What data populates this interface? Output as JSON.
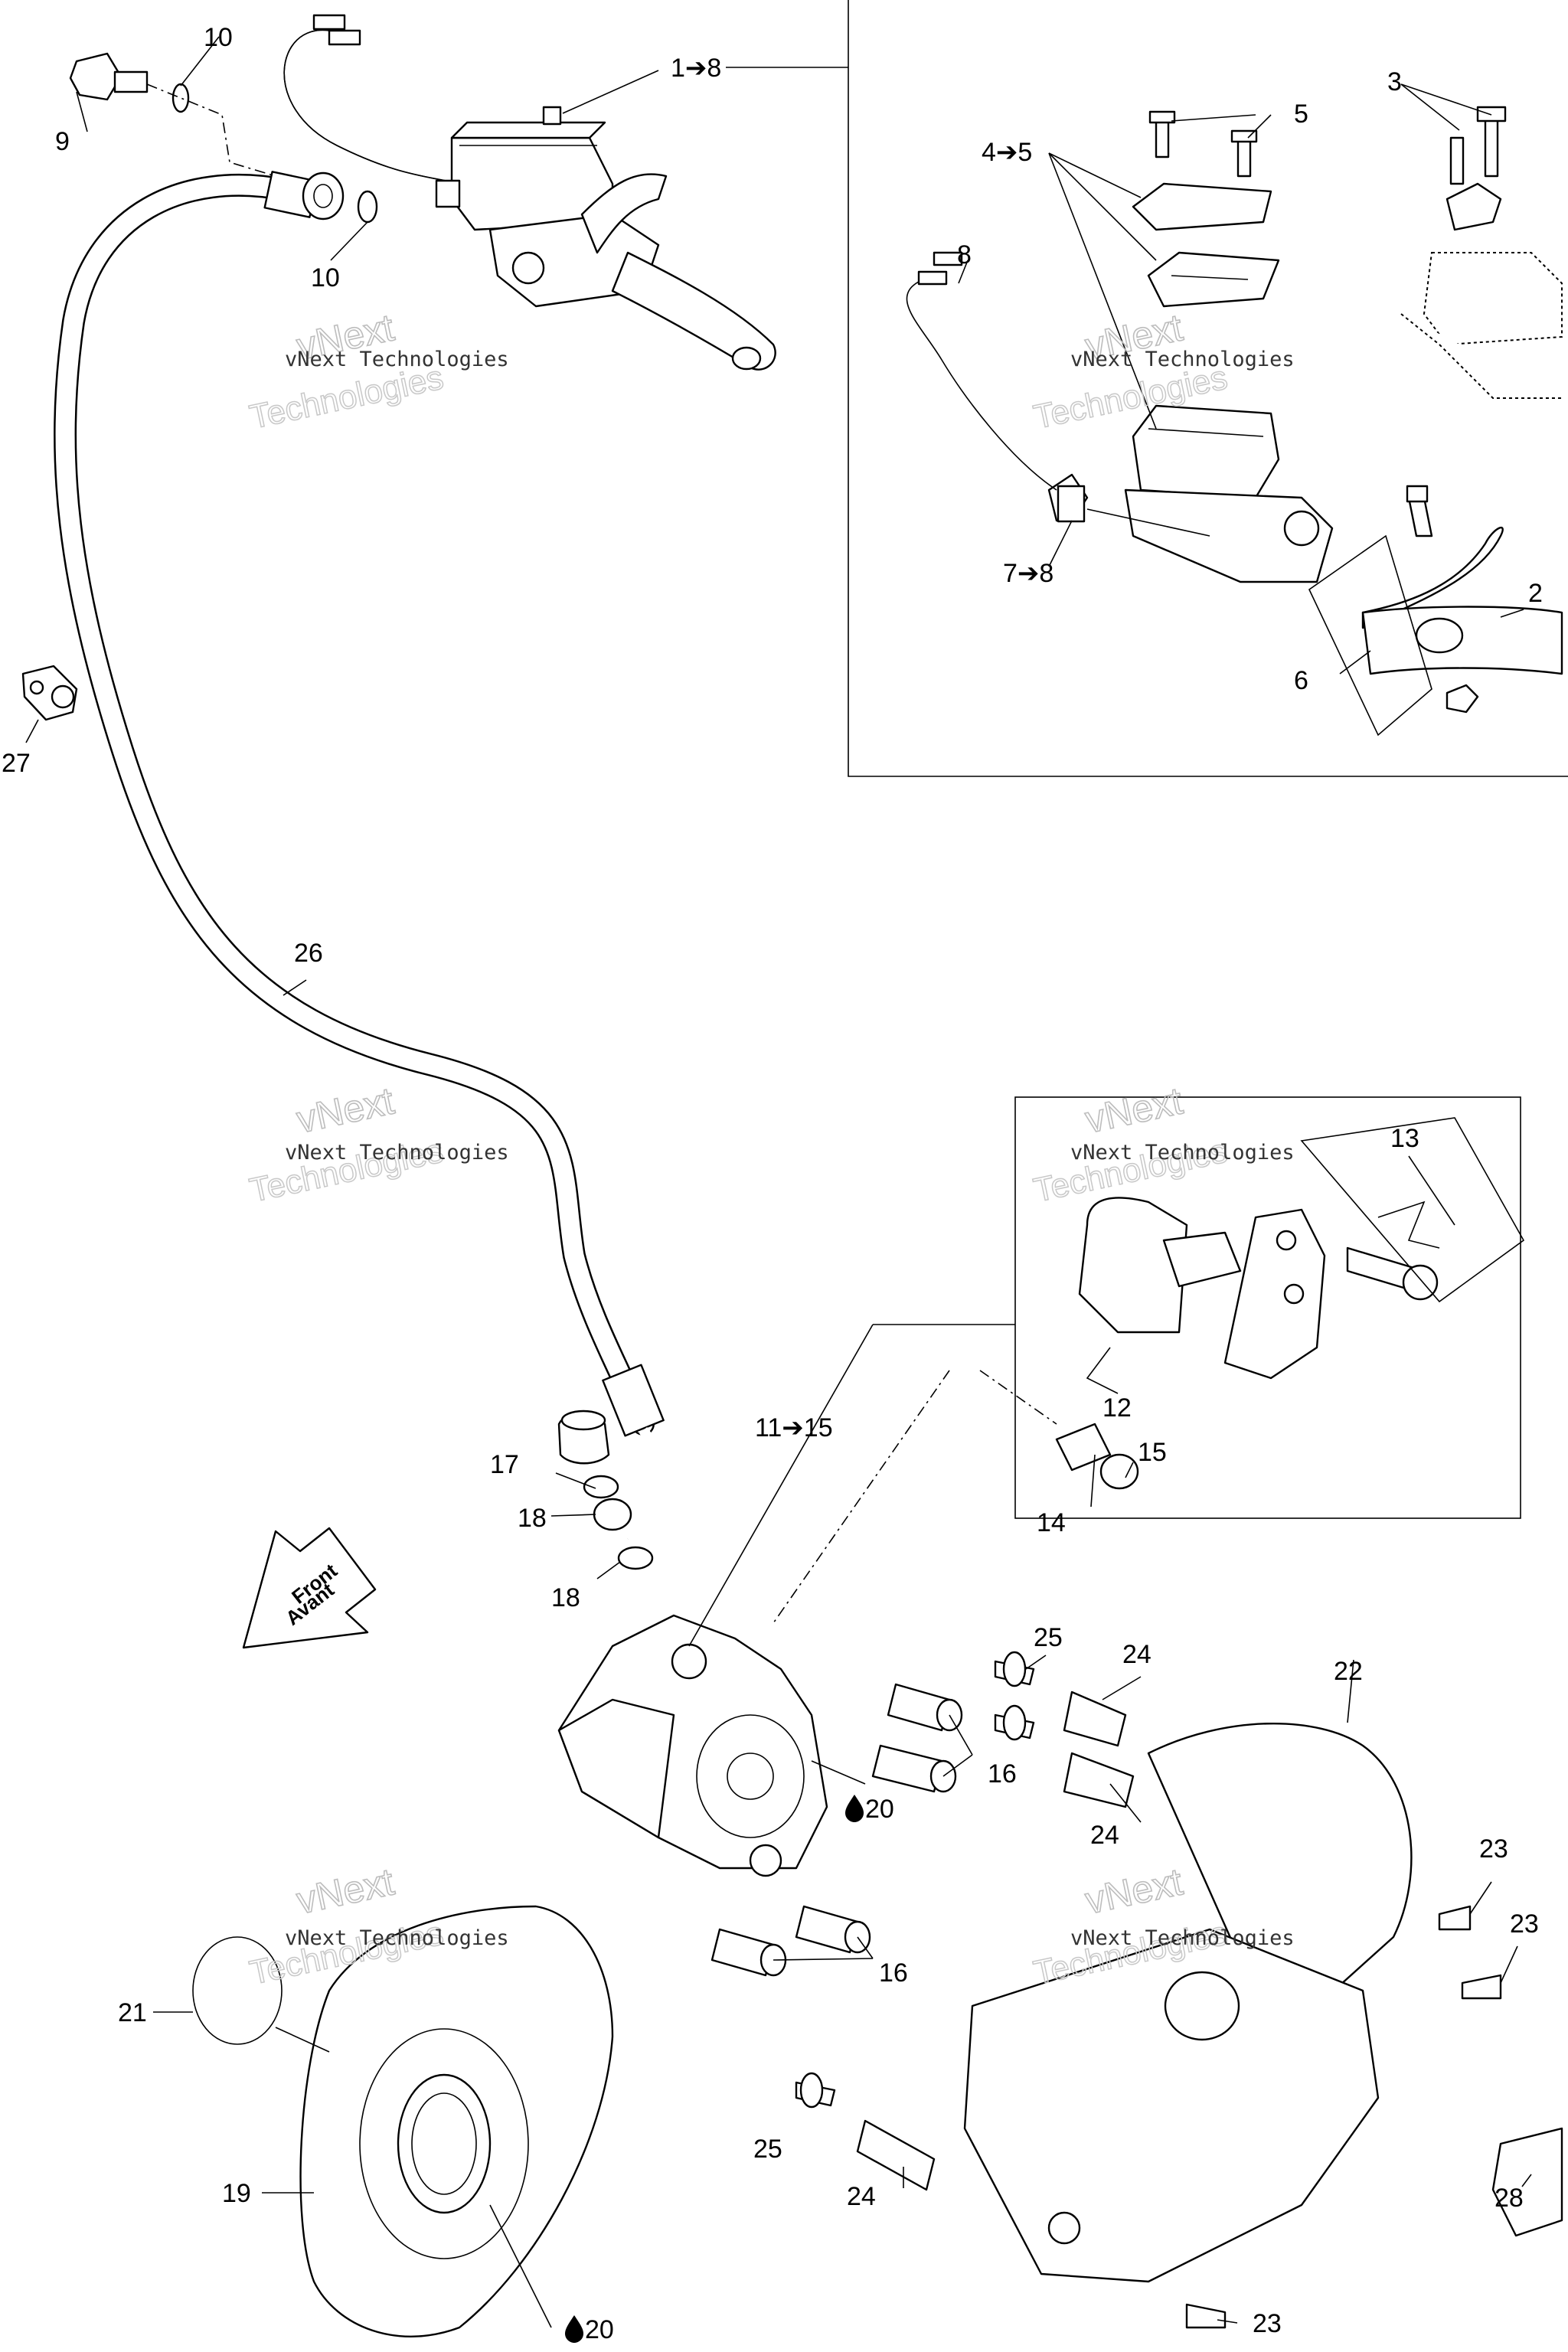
{
  "watermark": {
    "line1": "vNext Technologies",
    "line2": "vNext",
    "line3": "Technologies"
  },
  "direction_arrow": {
    "line1": "Front",
    "line2": "Avant"
  },
  "callouts": [
    {
      "id": "c-1-8",
      "text": "1➔8"
    },
    {
      "id": "c-10a",
      "text": "10"
    },
    {
      "id": "c-9",
      "text": "9"
    },
    {
      "id": "c-10b",
      "text": "10"
    },
    {
      "id": "c-8",
      "text": "8"
    },
    {
      "id": "c-4-5",
      "text": "4➔5"
    },
    {
      "id": "c-5",
      "text": "5"
    },
    {
      "id": "c-3",
      "text": "3"
    },
    {
      "id": "c-7-8",
      "text": "7➔8"
    },
    {
      "id": "c-6",
      "text": "6"
    },
    {
      "id": "c-2",
      "text": "2"
    },
    {
      "id": "c-27",
      "text": "27"
    },
    {
      "id": "c-26",
      "text": "26"
    },
    {
      "id": "c-13",
      "text": "13"
    },
    {
      "id": "c-12",
      "text": "12"
    },
    {
      "id": "c-11-15",
      "text": "11➔15"
    },
    {
      "id": "c-17",
      "text": "17"
    },
    {
      "id": "c-18a",
      "text": "18"
    },
    {
      "id": "c-18b",
      "text": "18"
    },
    {
      "id": "c-15",
      "text": "15"
    },
    {
      "id": "c-14",
      "text": "14"
    },
    {
      "id": "c-25a",
      "text": "25"
    },
    {
      "id": "c-24a",
      "text": "24"
    },
    {
      "id": "c-22",
      "text": "22"
    },
    {
      "id": "c-16a",
      "text": "16"
    },
    {
      "id": "c-20a",
      "text": "20"
    },
    {
      "id": "c-24b",
      "text": "24"
    },
    {
      "id": "c-23a",
      "text": "23"
    },
    {
      "id": "c-23b",
      "text": "23"
    },
    {
      "id": "c-16b",
      "text": "16"
    },
    {
      "id": "c-21",
      "text": "21"
    },
    {
      "id": "c-25b",
      "text": "25"
    },
    {
      "id": "c-24c",
      "text": "24"
    },
    {
      "id": "c-28",
      "text": "28"
    },
    {
      "id": "c-19",
      "text": "19"
    },
    {
      "id": "c-23c",
      "text": "23"
    },
    {
      "id": "c-20b",
      "text": "20"
    }
  ]
}
